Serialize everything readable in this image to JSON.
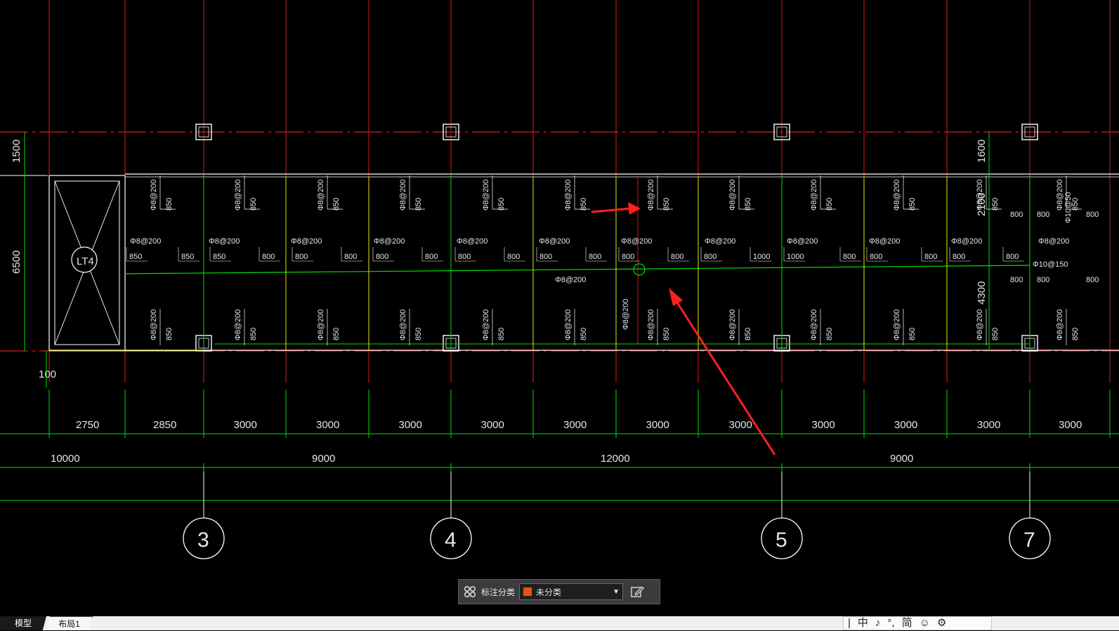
{
  "drawing": {
    "colors": {
      "background": "#000000",
      "axis_red": "#e3171a",
      "dim_green": "#00e000",
      "wall_white": "#ffffff",
      "yellow": "#e8e800",
      "annotation_arrow": "#ff2020"
    },
    "top_dims": [
      "1500",
      "1600"
    ],
    "left_dims": [
      "6500",
      "100"
    ],
    "right_dims": [
      "2100",
      "4300"
    ],
    "stair_label": "LT4",
    "axis_bubbles": [
      "3",
      "4",
      "5",
      "7"
    ],
    "dim_row_1": [
      "2750",
      "2850",
      "3000",
      "3000",
      "3000",
      "3000",
      "3000",
      "3000",
      "3000",
      "3000",
      "3000",
      "3000",
      "3000"
    ],
    "dim_row_2": [
      "10000",
      "9000",
      "12000",
      "9000"
    ],
    "rebar_main": "Φ8@200",
    "rebar_alt": "Φ10@150",
    "rebar_alt_2": "Φ10@50",
    "lengths": [
      "850",
      "800",
      "1000"
    ],
    "mid_rebar_row": [
      "Φ8@200",
      "Φ8@200",
      "Φ8@200",
      "Φ8@200",
      "Φ8@200",
      "Φ8@200",
      "Φ8@200",
      "Φ8@200",
      "Φ8@200",
      "Φ8@200",
      "Φ8@200",
      "Φ8@200"
    ],
    "len_row": [
      "850",
      "850",
      "850",
      "800",
      "800",
      "800",
      "800",
      "800",
      "800",
      "800",
      "800",
      "800",
      "800",
      "800",
      "800",
      "1000",
      "1000",
      "800",
      "800",
      "800",
      "800",
      "800"
    ],
    "center_rebar": "Φ8@200"
  },
  "annotation_toolbar": {
    "label": "标注分类",
    "selected": "未分类",
    "swatch_color": "#e8501a"
  },
  "tabs": {
    "model": "模型",
    "layout1": "布局1"
  },
  "ime": {
    "items": [
      "|",
      "中",
      "♪",
      "°,",
      "简",
      "☺",
      "⚙"
    ]
  }
}
